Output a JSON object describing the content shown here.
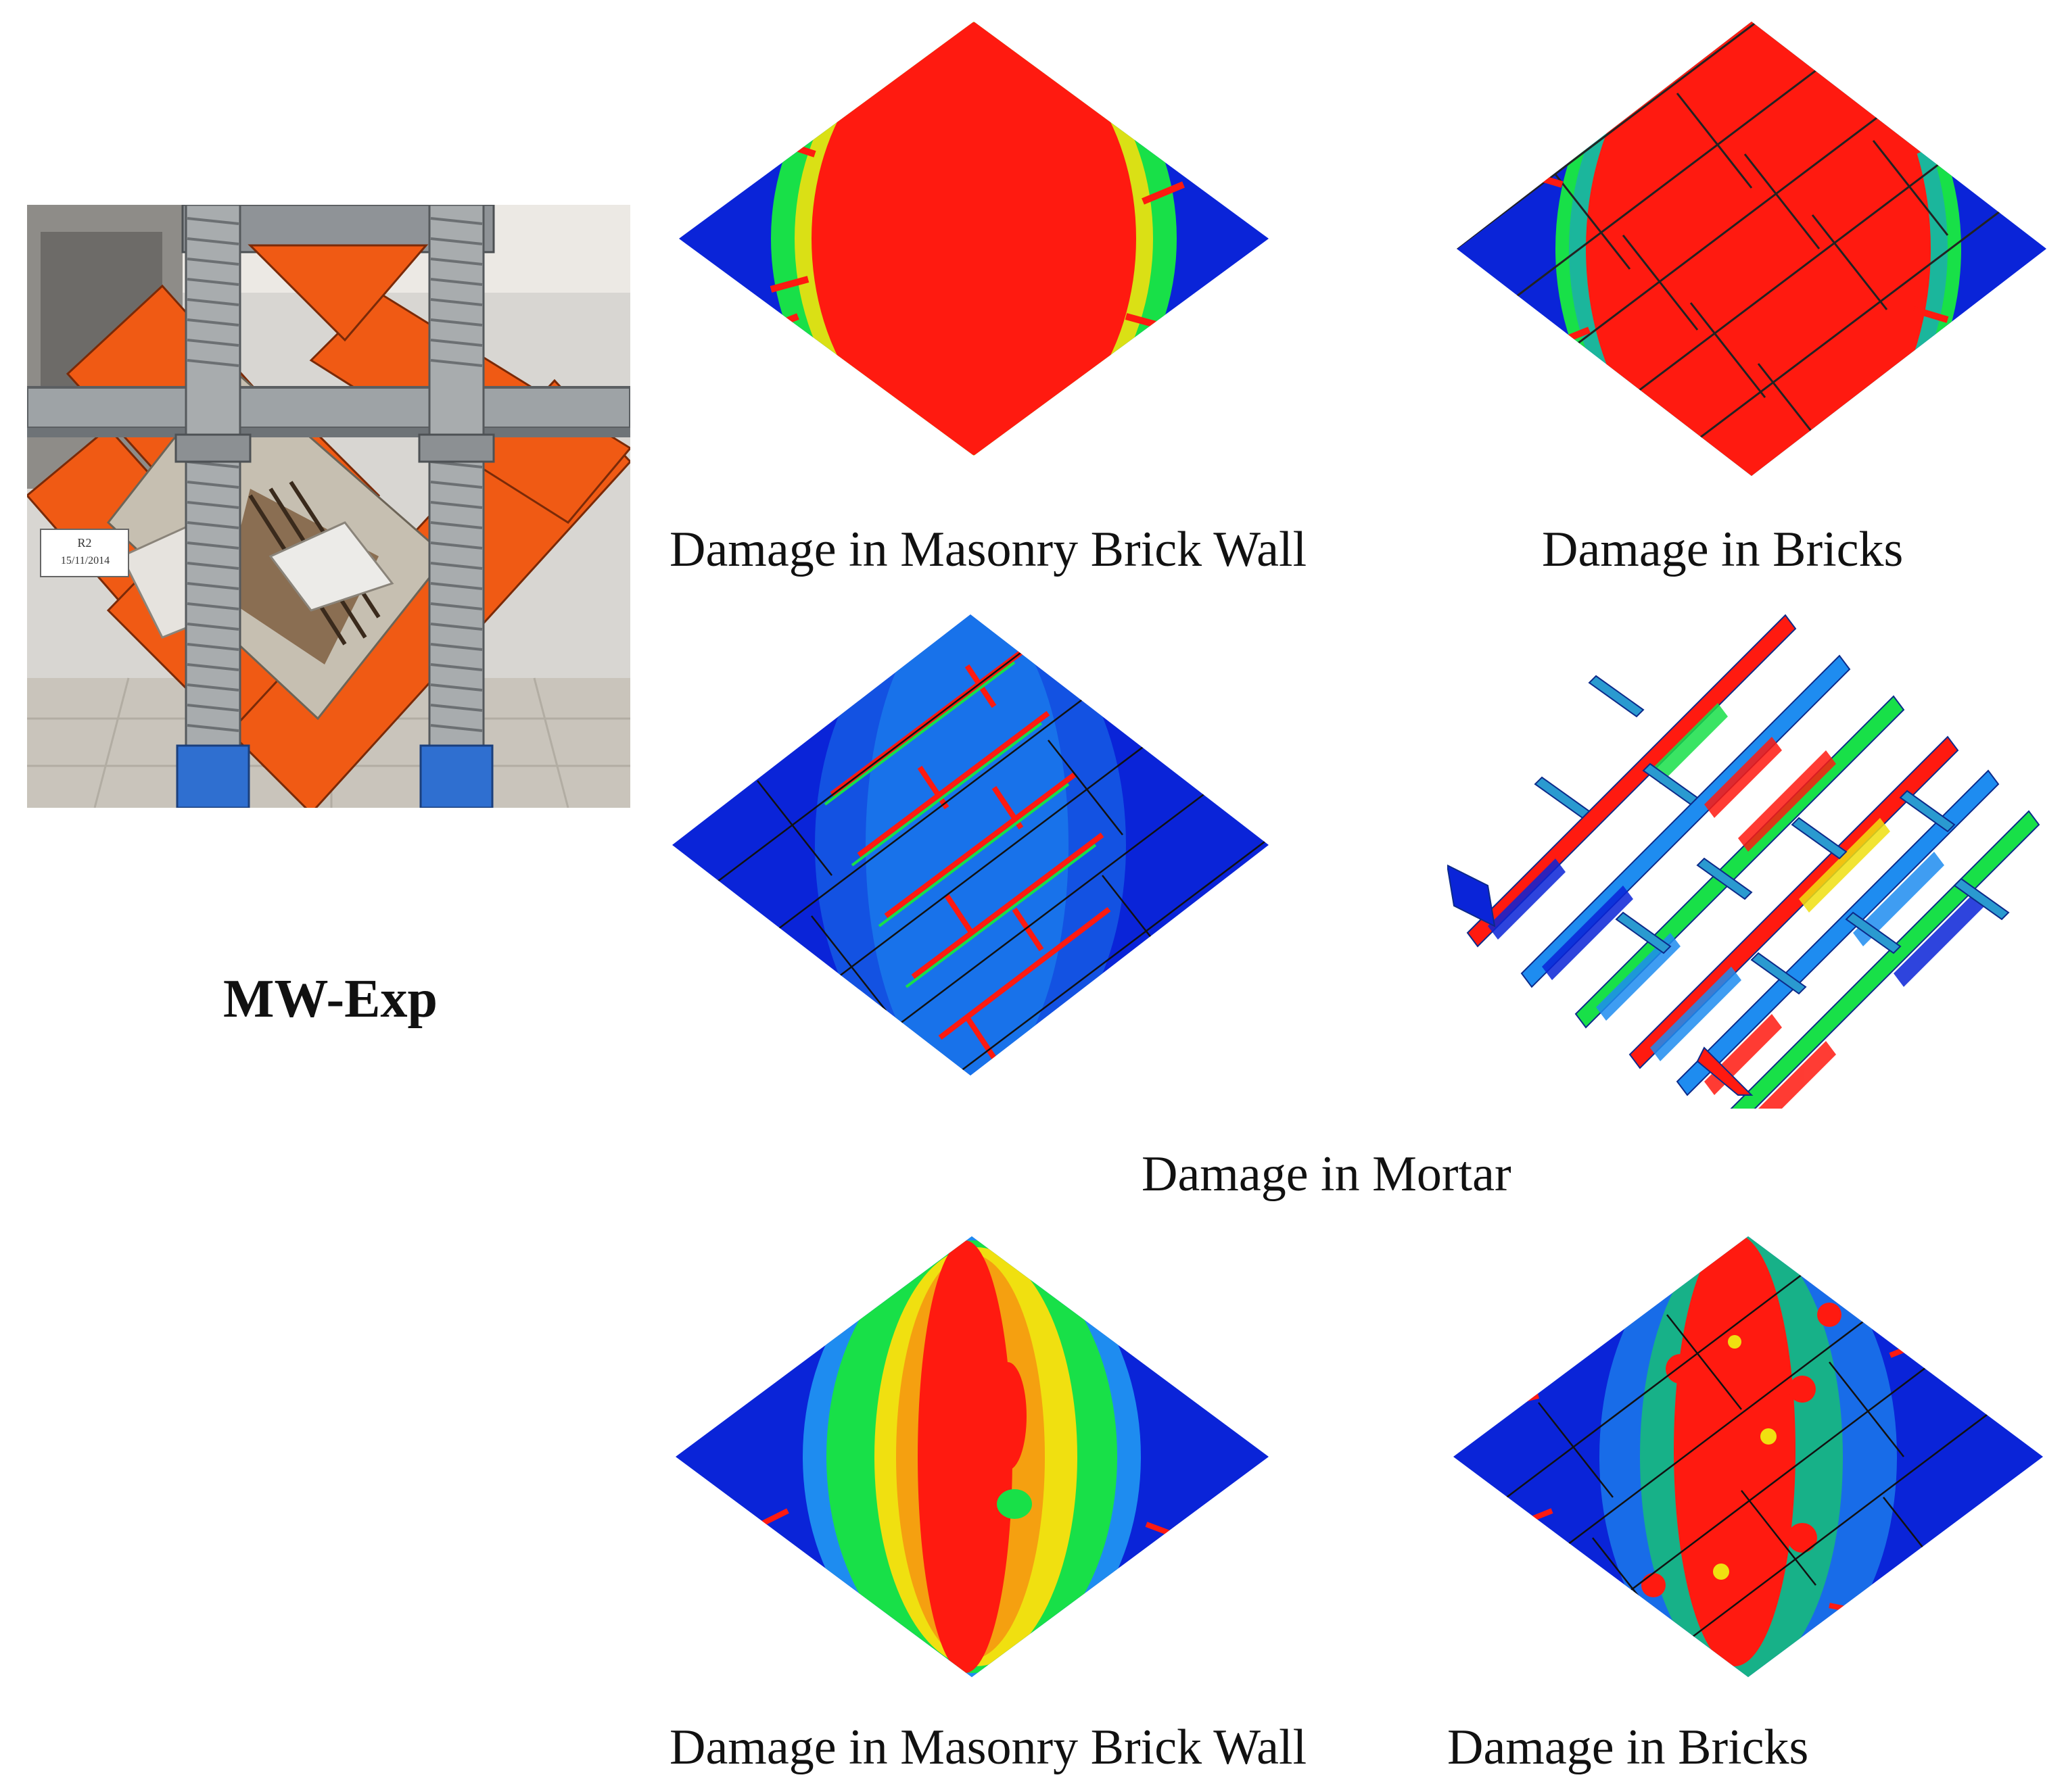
{
  "specimen_label": "MW-Exp",
  "photo": {
    "plate_text_line1": "R2",
    "plate_text_line2": "15/11/2014"
  },
  "captions": {
    "row1_left": "Damage in Masonry Brick Wall",
    "row1_right": "Damage in Bricks",
    "row2_center": "Damage in Mortar",
    "row3_left": "Damage in Masonry Brick Wall",
    "row3_right": "Damage in Bricks"
  },
  "colors": {
    "damage_low": "#0a24d8",
    "damage_mid_low": "#1e8cf0",
    "damage_mid": "#18e048",
    "damage_mid_high": "#f0e010",
    "damage_high": "#ff1a10",
    "steel_orange": "#f05a14",
    "rod_gray": "#a8acae"
  }
}
